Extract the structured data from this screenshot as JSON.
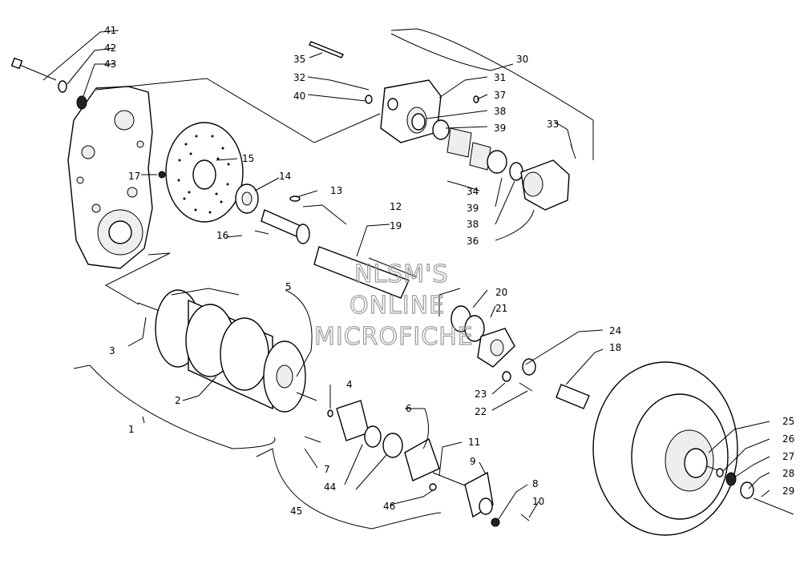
{
  "watermark": [
    "NLSM'S",
    "ONLINE",
    "MICROFICHE"
  ],
  "callouts": [
    "1",
    "2",
    "3",
    "4",
    "5",
    "6",
    "7",
    "8",
    "9",
    "10",
    "11",
    "12",
    "13",
    "14",
    "15",
    "16",
    "17",
    "18",
    "19",
    "20",
    "21",
    "22",
    "23",
    "24",
    "25",
    "26",
    "27",
    "28",
    "29",
    "30",
    "31",
    "32",
    "33",
    "34",
    "35",
    "36",
    "37",
    "38",
    "39",
    "40",
    "41",
    "42",
    "43",
    "44",
    "45",
    "46"
  ]
}
